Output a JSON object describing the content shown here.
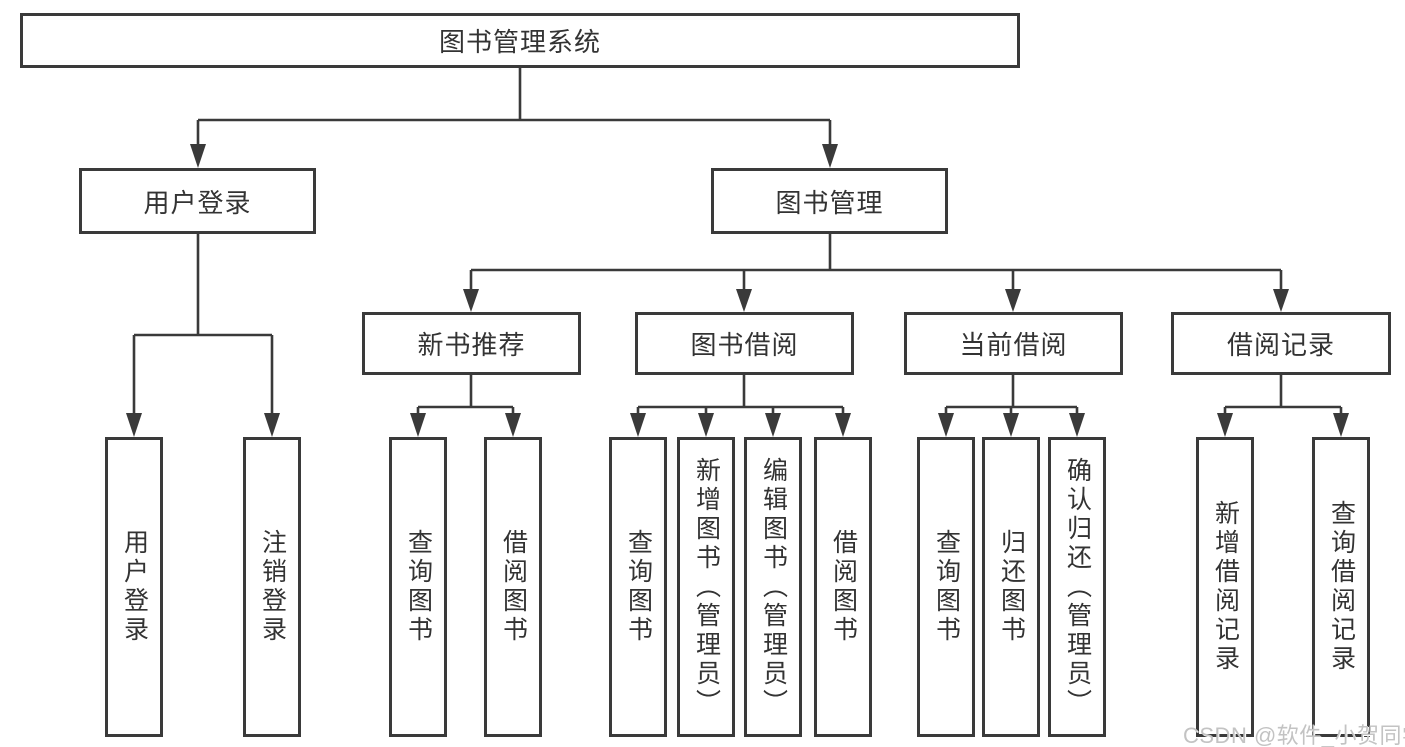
{
  "diagram": {
    "title": "图书管理系统",
    "root": {
      "label": "图书管理系统"
    },
    "level2": [
      {
        "label": "用户登录"
      },
      {
        "label": "图书管理"
      }
    ],
    "level3": [
      {
        "label": "新书推荐",
        "parent": "图书管理"
      },
      {
        "label": "图书借阅",
        "parent": "图书管理"
      },
      {
        "label": "当前借阅",
        "parent": "图书管理"
      },
      {
        "label": "借阅记录",
        "parent": "图书管理"
      }
    ],
    "leaves": [
      {
        "label": "用户登录",
        "parent": "用户登录"
      },
      {
        "label": "注销登录",
        "parent": "用户登录"
      },
      {
        "label": "查询图书",
        "parent": "新书推荐"
      },
      {
        "label": "借阅图书",
        "parent": "新书推荐"
      },
      {
        "label": "查询图书",
        "parent": "图书借阅"
      },
      {
        "label": "新增图书（管理员）",
        "parent": "图书借阅"
      },
      {
        "label": "编辑图书（管理员）",
        "parent": "图书借阅"
      },
      {
        "label": "借阅图书",
        "parent": "图书借阅"
      },
      {
        "label": "查询图书",
        "parent": "当前借阅"
      },
      {
        "label": "归还图书",
        "parent": "当前借阅"
      },
      {
        "label": "确认归还（管理员）",
        "parent": "当前借阅"
      },
      {
        "label": "新增借阅记录",
        "parent": "借阅记录"
      },
      {
        "label": "查询借阅记录",
        "parent": "借阅记录"
      }
    ]
  },
  "watermark": {
    "text": "CSDN @软件_小贺同学"
  },
  "colors": {
    "line": "#3a3a3a",
    "text": "#333333",
    "watermark": "#c3c3c3",
    "background": "#ffffff"
  }
}
